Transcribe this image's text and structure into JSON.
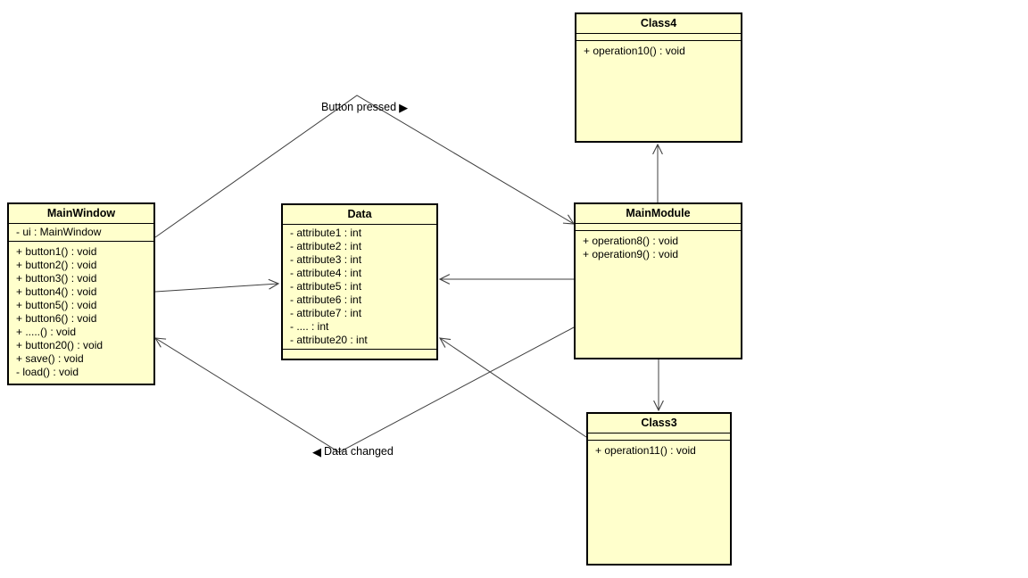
{
  "classes": {
    "mainwindow": {
      "name": "MainWindow",
      "attributes": [
        "- ui : MainWindow"
      ],
      "operations": [
        "+ button1() : void",
        "+ button2() : void",
        "+ button3() : void",
        "+ button4() : void",
        "+ button5() : void",
        "+ button6() : void",
        "+ .....() : void",
        "+ button20() : void",
        "+ save() : void",
        "- load() : void"
      ]
    },
    "data": {
      "name": "Data",
      "attributes": [
        "- attribute1 : int",
        "- attribute2 : int",
        "- attribute3 : int",
        "- attribute4 : int",
        "- attribute5 : int",
        "- attribute6 : int",
        "- attribute7 : int",
        "- .... : int",
        "- attribute20 : int"
      ],
      "operations": []
    },
    "mainmodule": {
      "name": "MainModule",
      "attributes": [],
      "operations": [
        "+ operation8() : void",
        "+ operation9() : void"
      ]
    },
    "class4": {
      "name": "Class4",
      "attributes": [],
      "operations": [
        "+ operation10() : void"
      ]
    },
    "class3": {
      "name": "Class3",
      "attributes": [],
      "operations": [
        "+ operation11() : void"
      ]
    }
  },
  "edge_labels": {
    "button_pressed": {
      "text": "Button pressed",
      "arrow_icon": "▶"
    },
    "data_changed": {
      "text": "Data changed",
      "arrow_icon": "◀"
    }
  },
  "colors": {
    "class_fill": "#FFFFCC",
    "class_border": "#000000",
    "connector": "#3f3f3f"
  }
}
